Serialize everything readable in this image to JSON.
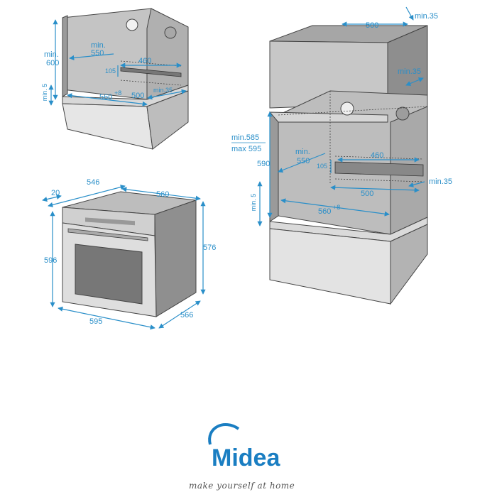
{
  "labels": {
    "a": {
      "min600": [
        "min.",
        "600"
      ],
      "min550": [
        "min.",
        "550"
      ],
      "d460": "460",
      "d105": "105",
      "min5": "min. 5",
      "d560": "560",
      "d560sup": "+8",
      "d500": "500",
      "min35": "min.35"
    },
    "b": {
      "d546": "546",
      "d20": "20",
      "d560": "560",
      "d596": "596",
      "d576": "576",
      "d595": "595",
      "d566": "566"
    },
    "c": {
      "d500top": "500",
      "min35top": "min.35",
      "min35mid": "min.35",
      "min585": "min.585",
      "max595": "max 595",
      "d590": "590",
      "min550": [
        "min.",
        "550"
      ],
      "d460": "460",
      "d105": "105",
      "min5": "min. 5",
      "d500bot": "500",
      "min35side": "min.35",
      "d560": "560",
      "d560sup": "+8"
    }
  },
  "brand": {
    "name": "Midea",
    "tagline": "make yourself at home"
  },
  "colors": {
    "dimension": "#2a8fc9",
    "cabinet": "#c9c9c9",
    "cabinet_dark": "#8c8c8c",
    "oven_front": "#d8d8d8",
    "window": "#777777",
    "brand": "#1a7ec2"
  }
}
